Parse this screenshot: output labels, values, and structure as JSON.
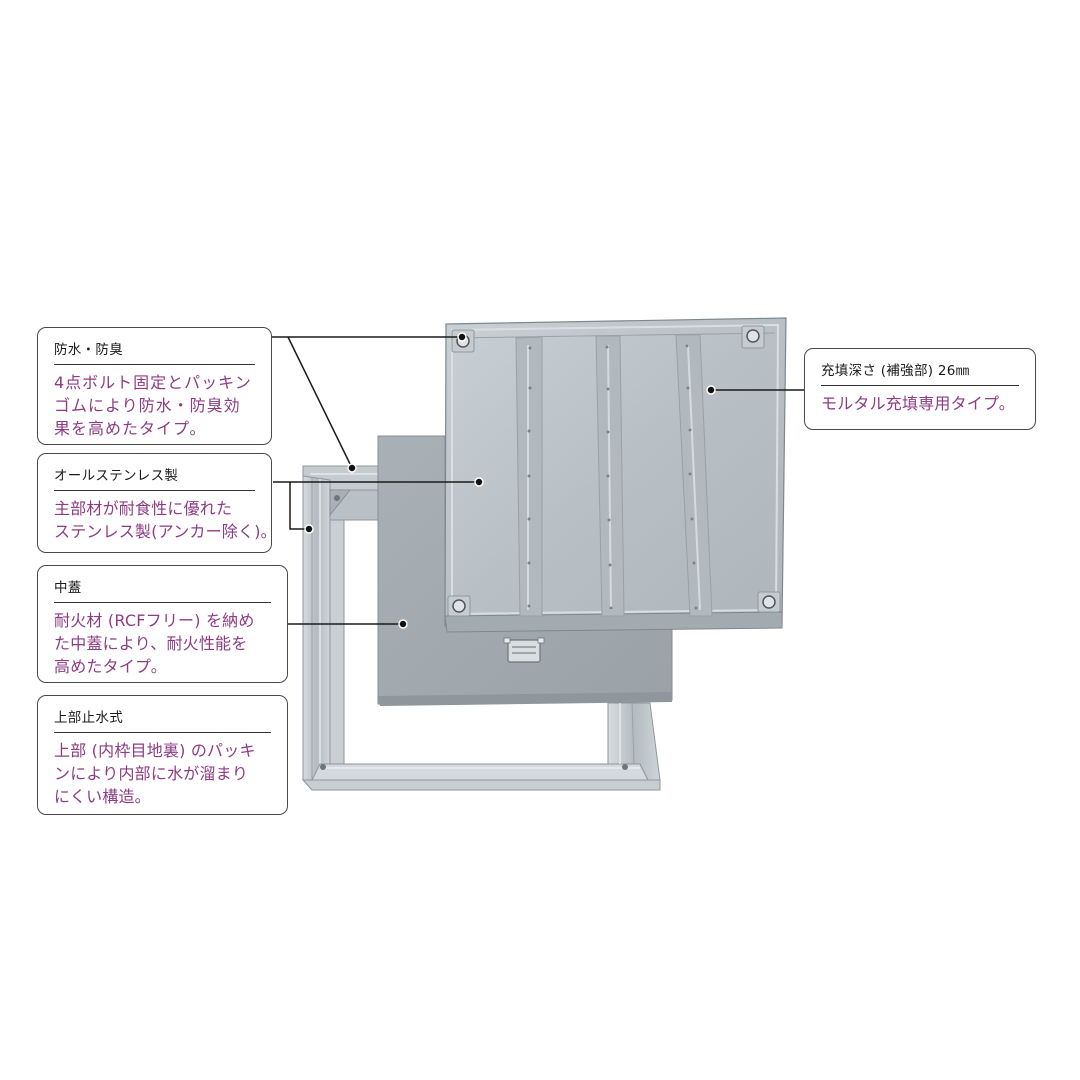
{
  "colors": {
    "accent_text": "#8e3b84",
    "heading_text": "#1a1a1a",
    "border": "#4a4a4a",
    "leader_line": "#1a1a1a",
    "steel_light": "#c4cbd0",
    "steel_mid": "#aab3b9",
    "steel_dark": "#8e979d"
  },
  "callouts": [
    {
      "id": "waterproof-odorproof",
      "title": "防水・防臭",
      "lines": [
        "4点ボルト固定とパッキン",
        "ゴムにより防水・防臭効",
        "果を高めたタイプ。"
      ]
    },
    {
      "id": "all-stainless",
      "title": "オールステンレス製",
      "lines": [
        "主部材が耐食性に優れた",
        "ステンレス製(アンカー除く)。"
      ]
    },
    {
      "id": "inner-lid",
      "title": "中蓋",
      "lines": [
        "耐火材 (RCFフリー) を納め",
        "た中蓋により、耐火性能を",
        "高めたタイプ。"
      ]
    },
    {
      "id": "top-waterstop",
      "title": "上部止水式",
      "lines": [
        "上部 (内枠目地裏) のパッキ",
        "ンにより内部に水が溜まり",
        "にくい構造。"
      ]
    },
    {
      "id": "fill-depth",
      "title": "充填深さ (補強部) 26㎜",
      "lines": [
        "モルタル充填専用タイプ。"
      ]
    }
  ],
  "product": {
    "name": "stainless-steel-floor-access-hatch",
    "parts": [
      "outer-frame",
      "inner-fire-lid",
      "top-cover-tray",
      "corner-bolts",
      "lift-handle"
    ]
  }
}
